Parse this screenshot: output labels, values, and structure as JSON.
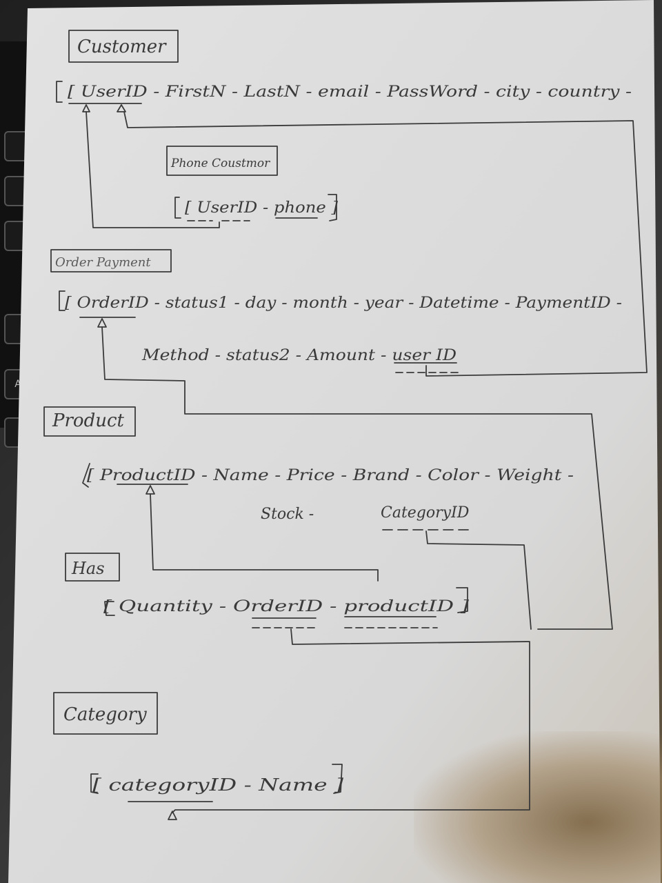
{
  "keyboard": {
    "keys": [
      "",
      "",
      "",
      "",
      "A",
      ""
    ]
  },
  "tables": {
    "customer": {
      "title": "Customer",
      "attributes": "[ UserID - FirstN - LastN - email - PassWord - city - country -"
    },
    "phone_customer": {
      "title": "Phone Coustmor",
      "attributes": "[ UserID - phone ]"
    },
    "order_payment": {
      "title": "Order Payment",
      "attributes_line1": "[ OrderID - status1 - day - month - year - Datetime - PaymentID -",
      "attributes_line2": "Method - status2 - Amount - user ID"
    },
    "product": {
      "title": "Product",
      "attributes_line1": "[ ProductID - Name - Price - Brand - Color - Weight -",
      "attributes_line2": "Stock -",
      "attributes_line2b": "CategoryID"
    },
    "has": {
      "title": "Has",
      "attributes": "[ Quantity - OrderID - productID ]"
    },
    "category": {
      "title": "Category",
      "attributes": "[ categoryID - Name ]"
    }
  },
  "colors": {
    "paper": "#dcdcdc",
    "ink": "#3a3a3a"
  }
}
